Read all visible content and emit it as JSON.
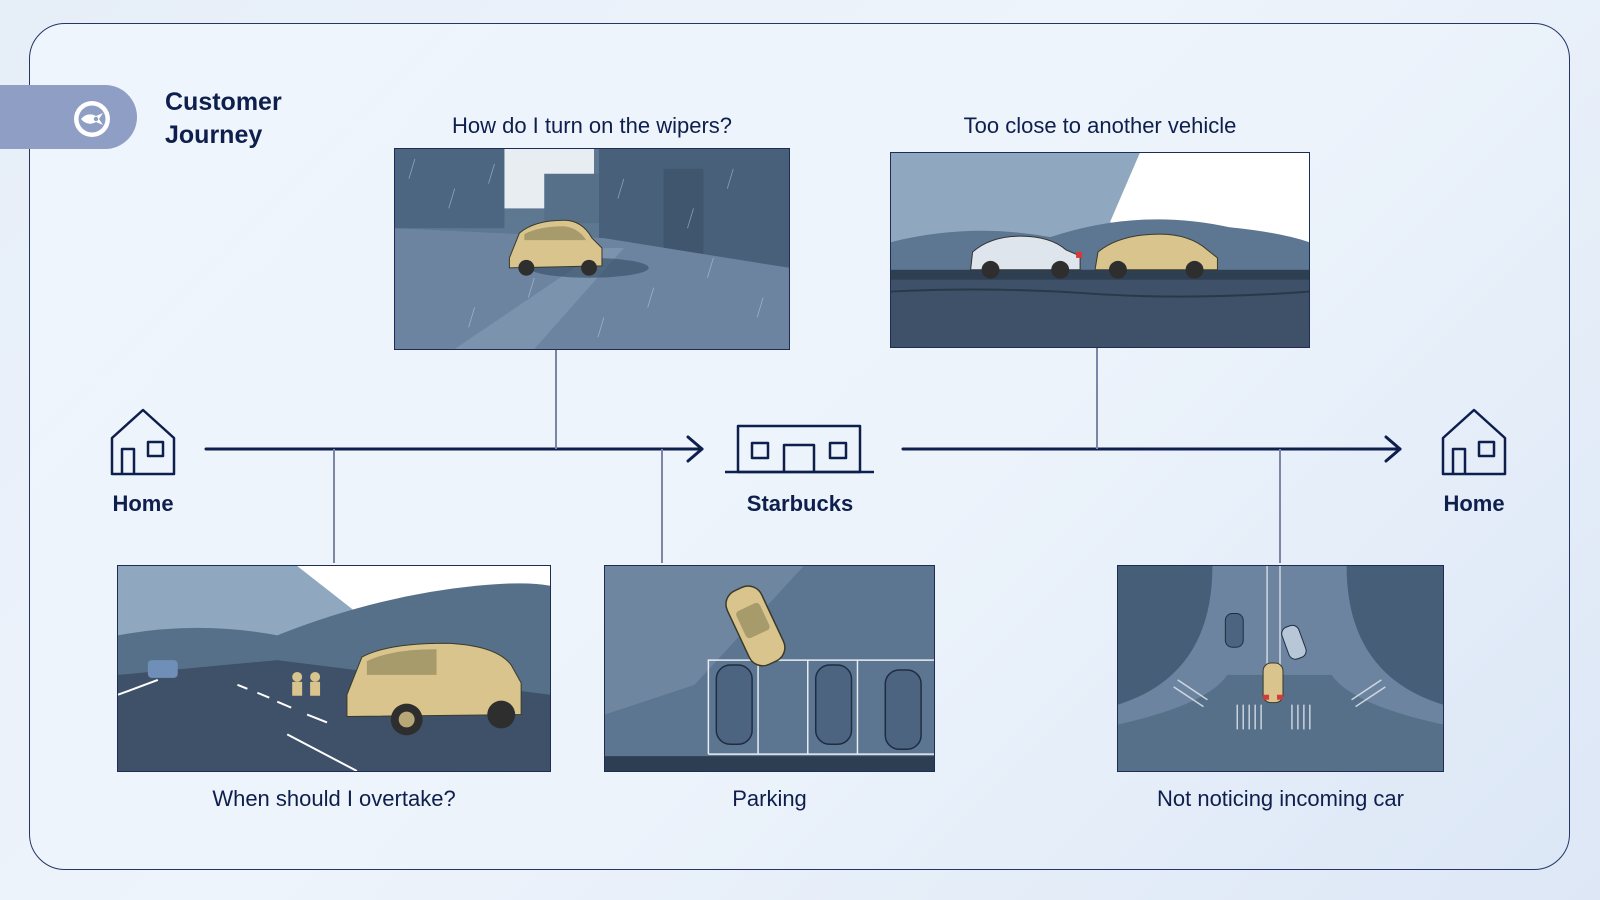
{
  "header": {
    "title_line1": "Customer",
    "title_line2": "Journey",
    "logo_icon": "winged-arrow-logo-icon"
  },
  "nodes": {
    "home_start": {
      "label": "Home",
      "icon": "house-icon"
    },
    "starbucks": {
      "label": "Starbucks",
      "icon": "shop-building-icon"
    },
    "home_end": {
      "label": "Home",
      "icon": "house-icon"
    }
  },
  "moments": {
    "overtake": {
      "caption": "When should I overtake?"
    },
    "wipers": {
      "caption": "How do I turn on the wipers?"
    },
    "parking": {
      "caption": "Parking"
    },
    "too_close": {
      "caption": "Too close to another vehicle"
    },
    "incoming": {
      "caption": "Not noticing incoming car"
    }
  },
  "colors": {
    "navy": "#0f1f4d",
    "line_gray": "#7a86a3",
    "brand_tab": "#8e9ec4",
    "car_gold": "#d8c48c",
    "scene_blue": "#5c7590"
  }
}
